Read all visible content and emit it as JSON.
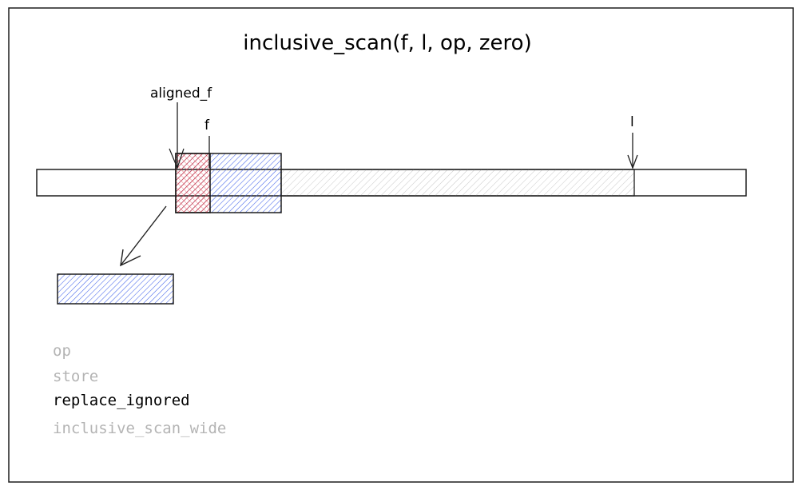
{
  "diagram": {
    "title": "inclusive_scan(f, l, op, zero)",
    "labels": {
      "aligned_f": "aligned_f",
      "f": "f",
      "l": "l"
    },
    "steps": [
      {
        "text": "op",
        "active": false
      },
      {
        "text": "store",
        "active": false
      },
      {
        "text": "replace_ignored",
        "active": true
      },
      {
        "text": "inclusive_scan_wide",
        "active": false
      }
    ],
    "colors": {
      "stroke": "#1e1e1e",
      "ignored_fill": "#e03131",
      "block_fill": "#4263eb",
      "range_fill": "#bbbbbb",
      "step_active": "#000000",
      "step_inactive": "#b4b4b4"
    }
  }
}
